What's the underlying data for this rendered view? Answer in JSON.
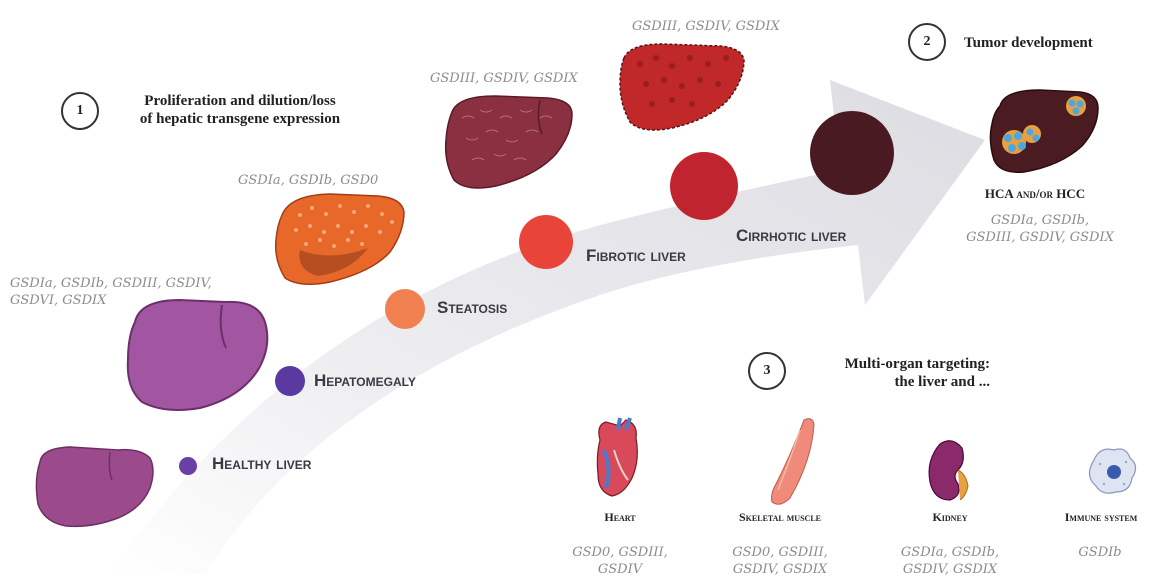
{
  "steps": {
    "step1": {
      "number": "1",
      "line1": "Proliferation and dilution/loss",
      "line2": "of hepatic transgene expression"
    },
    "step2": {
      "number": "2",
      "title": "Tumor development"
    },
    "step3": {
      "number": "3",
      "line1": "Multi-organ targeting:",
      "line2": "the liver and ..."
    }
  },
  "stages": {
    "healthy": "Healthy liver",
    "hepatomegaly": "Hepatomegaly",
    "steatosis": "Steatosis",
    "fibrotic": "Fibrotic liver",
    "cirrhotic": "Cirrhotic liver"
  },
  "gsd_labels": {
    "hepatomegaly_line1": "GSDIa, GSDIb, GSDIII, GSDIV,",
    "hepatomegaly_line2": "GSDVI, GSDIX",
    "steatosis": "GSDIa, GSDIb, GSD0",
    "fibrotic": "GSDIII, GSDIV, GSDIX",
    "cirrhotic": "GSDIII, GSDIV, GSDIX",
    "tumor_line1": "GSDIa, GSDIb,",
    "tumor_line2": "GSDIII, GSDIV, GSDIX"
  },
  "tumor": {
    "label": "HCA and/or HCC"
  },
  "organs": [
    {
      "name": "Heart",
      "gsd_line1": "GSD0, GSDIII,",
      "gsd_line2": "GSDIV"
    },
    {
      "name": "Skeletal muscle",
      "gsd_line1": "GSD0, GSDIII,",
      "gsd_line2": "GSDIV, GSDIX"
    },
    {
      "name": "Kidney",
      "gsd_line1": "GSDIa, GSDIb,",
      "gsd_line2": "GSDIV, GSDIX"
    },
    {
      "name": "Immune system",
      "gsd_line1": "GSDIb",
      "gsd_line2": ""
    }
  ],
  "colors": {
    "arrow": "#e6e6ea",
    "healthy_dot": "#6a3fa6",
    "hepatomegaly_dot": "#5a3aa0",
    "steatosis_dot": "#f08050",
    "fibrotic_dot": "#e8443a",
    "cirrhotic_dot": "#c0252f",
    "tumor_dot": "#4a1a22",
    "liver_purple": "#9b4a8c",
    "liver_orange": "#e8682a",
    "liver_fibrotic": "#8a3040",
    "liver_cirrhotic": "#c0282a",
    "liver_tumor": "#4a1c22"
  }
}
